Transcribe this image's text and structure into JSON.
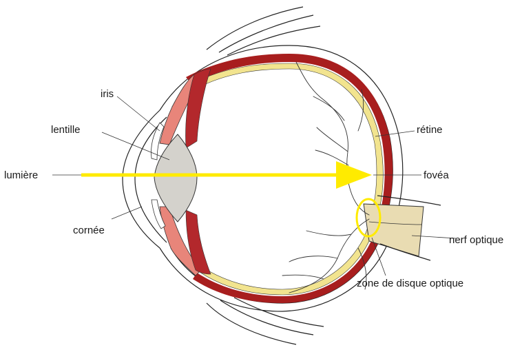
{
  "labels": {
    "iris": "iris",
    "lentille": "lentille",
    "lumiere": "lumière",
    "cornee": "cornée",
    "retine": "rétine",
    "fovea": "fovéa",
    "nerf": "nerf optique",
    "disque": "zone de disque optique"
  },
  "colors": {
    "light_ray": "#ffeb00",
    "retina": "#f2e48f",
    "choroid": "#a81e1e",
    "iris": "#e8857a",
    "ciliary": "#b3282c",
    "lens": "#d4d2cc",
    "optic_nerve": "#e9dcb2"
  }
}
